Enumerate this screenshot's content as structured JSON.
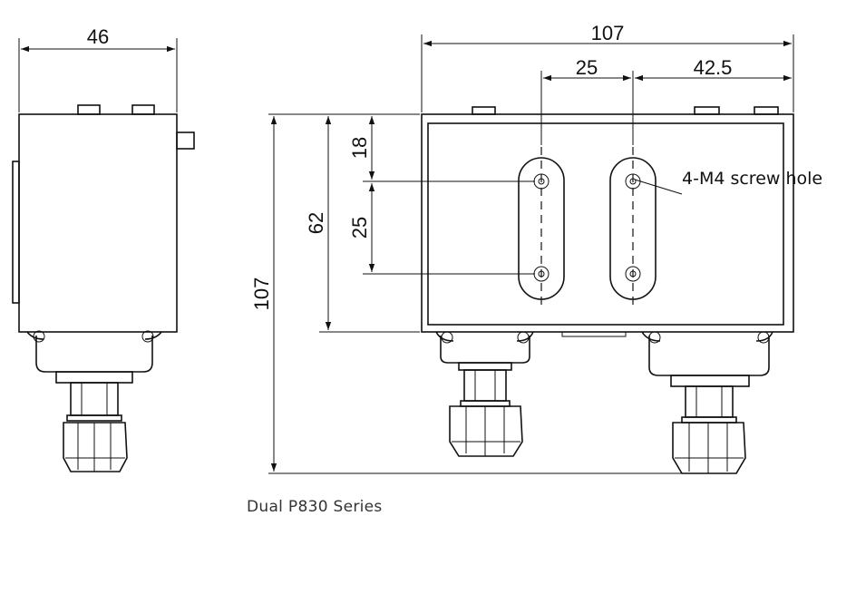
{
  "caption": "Dual P830 Series",
  "dimensions": {
    "side_width": "46",
    "front_width": "107",
    "hole_spacing_horizontal": "25",
    "hole_offset_right": "42.5",
    "top_offset": "18",
    "hole_spacing_vertical": "25",
    "mounting_height": "62",
    "total_height": "107"
  },
  "callout": {
    "screw_holes": "4-M4 screw hole"
  },
  "colors": {
    "line": "#111111",
    "background": "#ffffff",
    "caption": "#333333"
  }
}
